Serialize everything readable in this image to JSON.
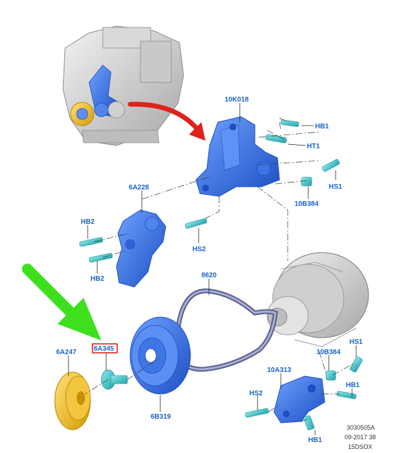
{
  "colors": {
    "label": "#1a63c8",
    "part_blue": "#2f6fe0",
    "part_cyan": "#35c4c9",
    "part_yellow": "#f2c21a",
    "arrow_red": "#e0211b",
    "arrow_green": "#3ee01e",
    "highlight_box": "#e0211b"
  },
  "labels": {
    "bracket": "10K018",
    "hb1_top": "HB1",
    "ht1": "HT1",
    "hs1_top": "HS1",
    "bush_top": "10B384",
    "pump": "6A228",
    "hb2_upper": "HB2",
    "hb2_lower": "HB2",
    "hs2_upper": "HS2",
    "belt": "8620",
    "bolt_highlight": "6A345",
    "pulley_yellow": "6A247",
    "damper": "6B319",
    "bracket_lower": "10A313",
    "bush_lower": "10B384",
    "hs1_lower": "HS1",
    "hb1_lower": "HB1",
    "hs2_lower": "HS2",
    "hb1_bottom": "HB1"
  },
  "footer": {
    "ref_code": "3030505A",
    "date": "09-2017 38",
    "series": "15DSOX"
  },
  "icons": [
    "engine-icon",
    "bracket-icon",
    "water-pump-icon",
    "alternator-icon",
    "belt-icon",
    "damper-pulley-icon",
    "pulley-icon",
    "bolt-icon",
    "red-arrow-icon",
    "green-arrow-icon"
  ]
}
